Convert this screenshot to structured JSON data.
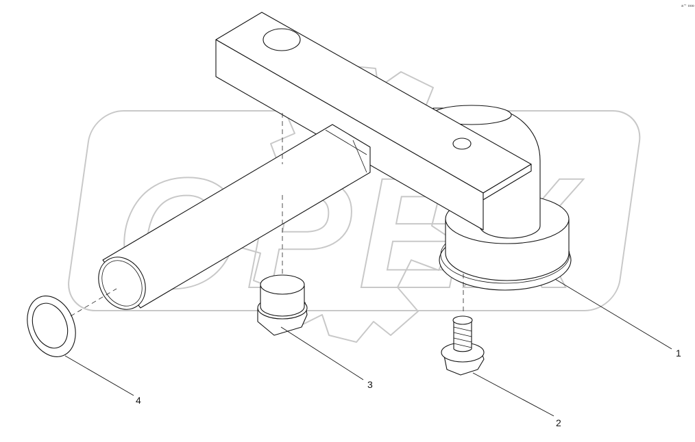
{
  "watermark": {
    "text": "OPEX",
    "color": "#c8c8c8"
  },
  "corner_mark": "a™ ooo",
  "callouts": [
    {
      "id": "1",
      "label": "1"
    },
    {
      "id": "2",
      "label": "2"
    },
    {
      "id": "3",
      "label": "3"
    },
    {
      "id": "4",
      "label": "4"
    }
  ],
  "colors": {
    "line": "#111111",
    "background": "#ffffff"
  }
}
